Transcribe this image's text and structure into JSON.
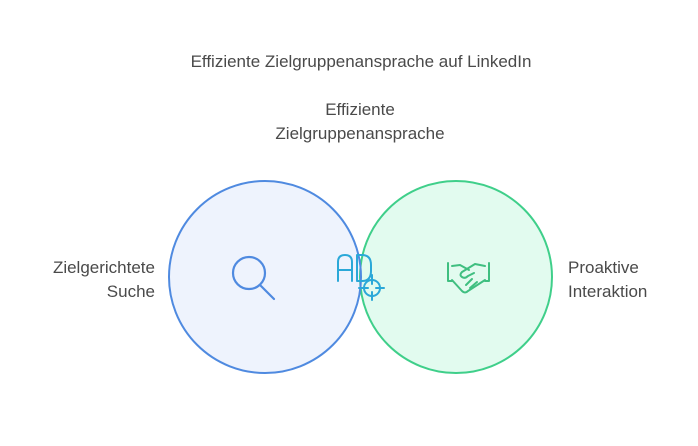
{
  "title": "Effiziente Zielgruppenansprache auf LinkedIn",
  "center_label": {
    "line1": "Effiziente",
    "line2": "Zielgruppenansprache"
  },
  "left_label": {
    "line1": "Zielgerichtete",
    "line2": "Suche"
  },
  "right_label": {
    "line1": "Proaktive",
    "line2": "Interaktion"
  },
  "circles": {
    "left": {
      "icon": "search-icon",
      "fill": "#eef3fd",
      "stroke": "#4f8ae0",
      "icon_color": "#4f8ae0"
    },
    "right": {
      "icon": "handshake-icon",
      "fill": "#e2fbef",
      "stroke": "#3fcf8a",
      "icon_color": "#3fbf80"
    },
    "overlap": {
      "icon": "ad-target-icon",
      "fill": "#e5f8fb",
      "stroke": "#2ba8d8",
      "icon_color": "#2ba8d8"
    }
  }
}
